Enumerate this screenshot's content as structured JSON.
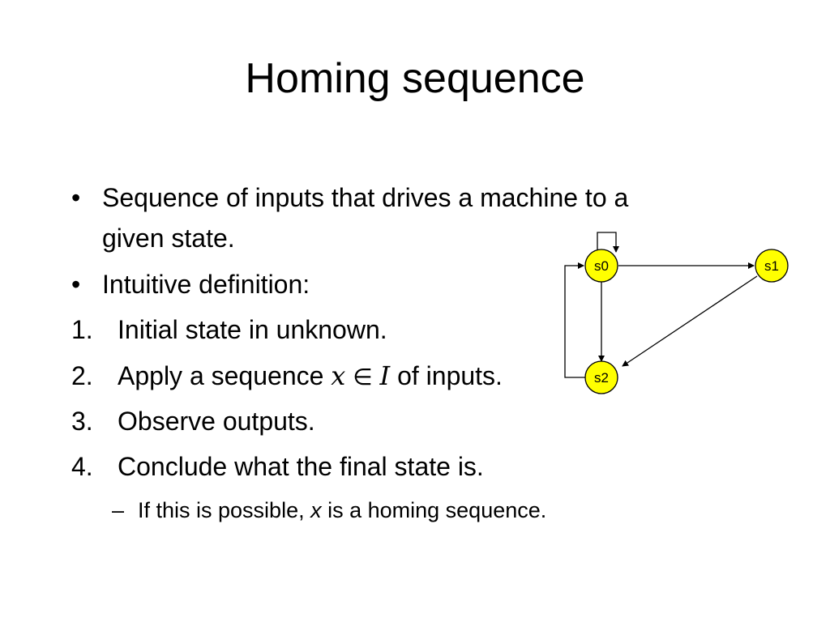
{
  "slide": {
    "title": "Homing sequence"
  },
  "content": {
    "bullet_marker": "•",
    "sub_marker": "–",
    "bullets": [
      "Sequence of inputs that drives a machine to a",
      "given state.",
      "Intuitive definition:"
    ],
    "numbered": [
      {
        "num": "1.",
        "text": "Initial state in unknown."
      },
      {
        "num": "2.",
        "before": "Apply a sequence ",
        "var": "x",
        "op": " ∈ ",
        "set": "I",
        "after": " of inputs."
      },
      {
        "num": "3.",
        "text": "Observe outputs."
      },
      {
        "num": "4.",
        "text": "Conclude what the final state is."
      }
    ],
    "sub_item": {
      "before": "If this is possible, ",
      "var": "x",
      "after": " is a homing sequence."
    }
  },
  "diagram": {
    "node_color": "#ffff00",
    "states": [
      "s0",
      "s1",
      "s2"
    ]
  }
}
